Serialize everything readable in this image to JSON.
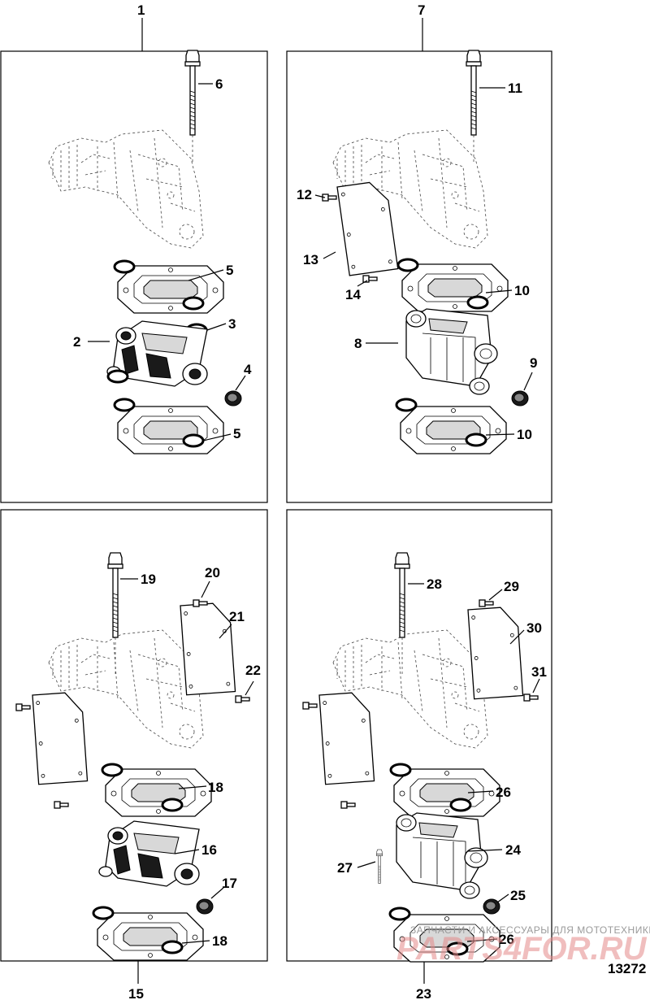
{
  "panels": [
    {
      "id": "p1",
      "assembly_label": "1",
      "parts": [
        "6",
        "5",
        "3",
        "2",
        "4",
        "5"
      ]
    },
    {
      "id": "p2",
      "assembly_label": "7",
      "parts": [
        "11",
        "12",
        "13",
        "14",
        "10",
        "8",
        "9",
        "10"
      ]
    },
    {
      "id": "p3",
      "assembly_label": "15",
      "parts": [
        "19",
        "20",
        "21",
        "22",
        "18",
        "16",
        "17",
        "18"
      ]
    },
    {
      "id": "p4",
      "assembly_label": "23",
      "parts": [
        "28",
        "29",
        "30",
        "31",
        "26",
        "24",
        "27",
        "25",
        "26"
      ]
    }
  ],
  "figure_number": "13272",
  "watermark": {
    "line1": "ЗАПЧАСТИ И АКСЕССУАРЫ ДЛЯ МОТОТЕХНИКИ",
    "line2": "PARTS4FOR.RU"
  },
  "icons": [
    "bolt-icon",
    "gasket-icon",
    "o-ring-icon",
    "exhaust-elbow-icon",
    "exhaust-manifold-icon",
    "cap-icon",
    "plate-icon",
    "screw-icon"
  ]
}
